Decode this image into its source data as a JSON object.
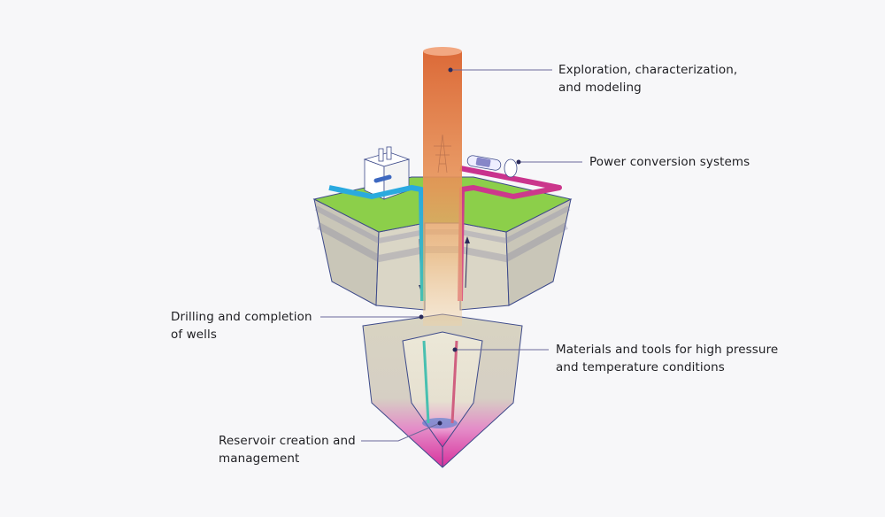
{
  "labels": {
    "exploration": {
      "line1": "Exploration, characterization,",
      "line2": "and modeling"
    },
    "power": {
      "line1": "Power conversion systems"
    },
    "drilling": {
      "line1": "Drilling and completion",
      "line2": "of wells"
    },
    "materials": {
      "line1": "Materials and tools for high pressure",
      "line2": "and temperature conditions"
    },
    "reservoir": {
      "line1": "Reservoir creation and",
      "line2": "management"
    }
  },
  "colors": {
    "background": "#f7f7f9",
    "leader_line": "#6b6a9a",
    "leader_dot": "#2a2a5a",
    "column_top": "#f2a882",
    "column_body": "#e07a48",
    "grass": "#8ccf4a",
    "rock": "#d6d3c4",
    "outline": "#3d4a8a",
    "cold_pipe": "#29a9e0",
    "hot_pipe": "#c83e9a",
    "reservoir": "#e040a8"
  }
}
